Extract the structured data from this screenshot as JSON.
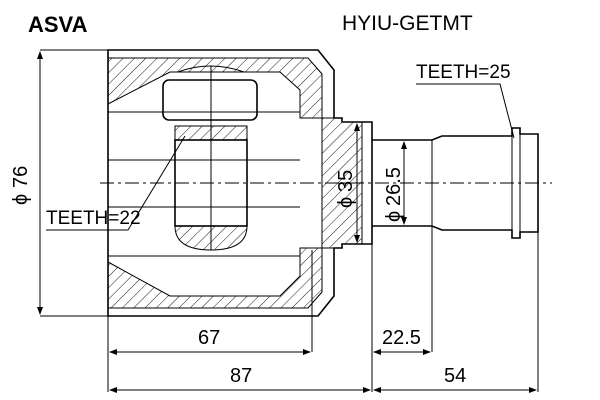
{
  "brand": "ASVA",
  "part_code": "HYIU-GETMT",
  "teeth_outer": "TEETH=25",
  "teeth_inner": "TEETH=22",
  "dims": {
    "d76": "76",
    "d35": "35",
    "d26_5": "26.5",
    "len67": "67",
    "len87": "87",
    "len22_5": "22.5",
    "len54": "54"
  }
}
